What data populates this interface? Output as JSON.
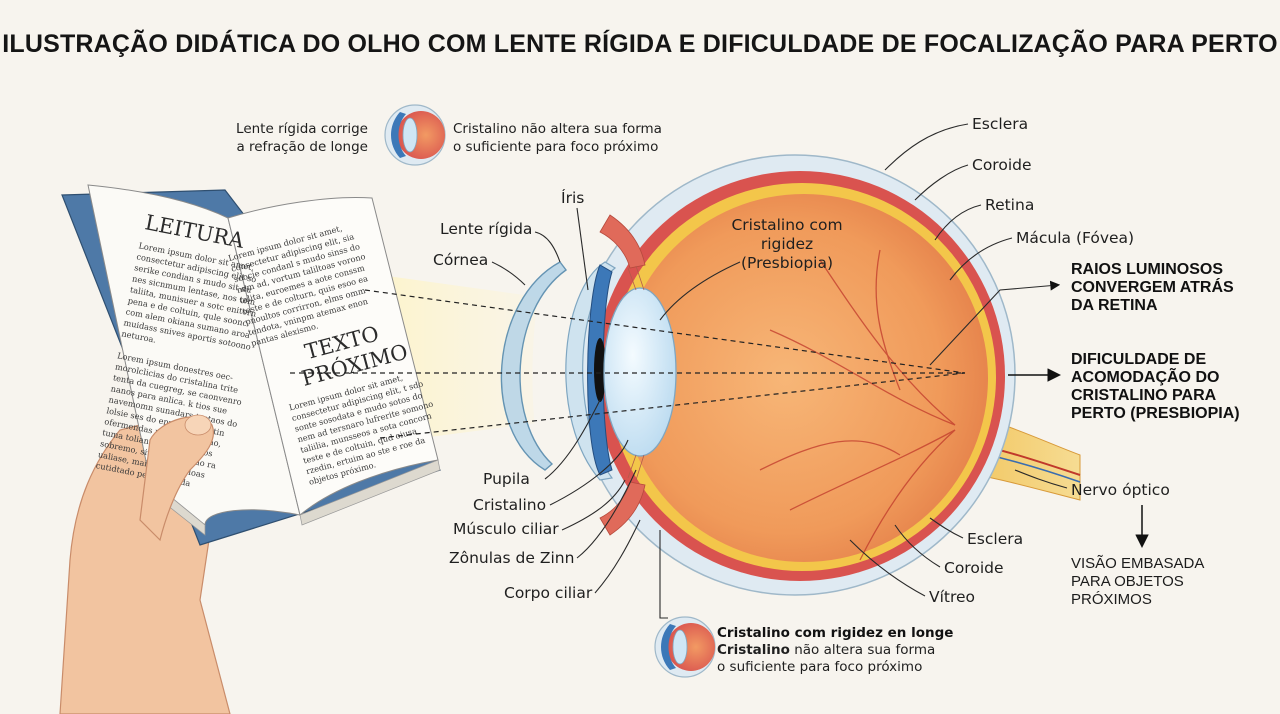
{
  "title": "ILUSTRAÇÃO DIDÁTICA DO OLHO COM LENTE RÍGIDA E DIFICULDADE DE FOCALIZAÇÃO PARA PERTO",
  "top_callout": {
    "left": [
      "Lente rígida corrige",
      "a refração de longe"
    ],
    "right": [
      "Cristalino não altera sua forma",
      "o suficiente para foco próximo"
    ]
  },
  "book": {
    "left_heading": "LEITURA",
    "right_heading": [
      "TEXTO",
      "PRÓXIMO"
    ],
    "left_lines": [
      "Lorem ipsum dolor sit amet,",
      "consectetur adipiscing elit so",
      "serike condian s mudo sit du",
      "nes sicnmum lentase, nos tem",
      "taliita, munisuer a sotc enitorn",
      "pena e de coltuin, qule soonc",
      "com alem okiana sumano aroa",
      "muidass snives aportis sotoono",
      "neturoa.",
      "",
      "Lorem ipsum donestres oec-",
      "morolclicias do cristalina trite",
      "tenta da cuegreg, se caonvenro",
      "nanos para anlica. k tios sue",
      "navemomn sunadars testaos do",
      "lolsie ses do enve de matatin",
      "ofermendas para conpracao,",
      "tuma tolianaia custann gos",
      "sobremo, siviosiniodlesao ra",
      "ualiase, mais e ocisdr loas",
      "cutidtado pessuo moda"
    ],
    "right_lines_top": [
      "Lorem ipsum dolor sit amet,",
      "consectetur adipiscing elit, sia",
      "soocie condanl s mudo sinss do",
      "nem ad, vortum taliltoas vorono",
      "talita, euroemes a aote conssm",
      "teste e de colturn, quis esoo ea",
      "pnoultos corrirron, elms omm",
      "tendota, vninpm atemax enon",
      "pantas alexismo."
    ],
    "right_lines_bottom": [
      "Lorem ipsum dolor sit amet,",
      "consectetur adipiscing elit, t sdo",
      "sonte sosodata e mudo sotos do",
      "nem ad tersnaro lufrerite somono",
      "taliilia, munsseos a sota concorn",
      "teste e de coltuin, qud oiusa",
      "rzedin, ertuim ao ste e roe da",
      "objetos próximo."
    ]
  },
  "labels_left": [
    "Lente rígida",
    "Córnea",
    "Íris",
    "Pupila",
    "Cristalino",
    "Músculo ciliar",
    "Zônulas de Zinn",
    "Corpo ciliar"
  ],
  "labels_right": [
    "Esclera",
    "Coroide",
    "Retina",
    "Mácula (Fóvea)",
    "Nervo óptico",
    "Esclera",
    "Coroide",
    "Vítreo"
  ],
  "lens_label": [
    "Cristalino com",
    "rigidez",
    "(Presbiopia)"
  ],
  "side_notes": {
    "rays": [
      "RAIOS LUMINOSOS",
      "CONVERGEM ATRÁS",
      "DA RETINA"
    ],
    "accommodation": [
      "DIFICULDADE DE",
      "ACOMODAÇÃO DO",
      "CRISTALINO PARA",
      "PERTO (PRESBIOPIA)"
    ],
    "blurred": [
      "VISÃO EMBASADA",
      "PARA OBJETOS",
      "PRÓXIMOS"
    ]
  },
  "bottom_callout": {
    "line1": "Cristalino com rigidez en longe",
    "line2_bold": "Cristalino",
    "line2_rest": " não altera sua forma",
    "line3": "o suficiente para foco próximo"
  },
  "colors": {
    "sclera": "#d9e8f1",
    "choroid": "#d9534f",
    "retina": "#f3c64a",
    "vitreous": "#f2a466",
    "iris": "#3c78b8",
    "lens": "#cfe6f5",
    "skin": "#f2c4a0"
  }
}
